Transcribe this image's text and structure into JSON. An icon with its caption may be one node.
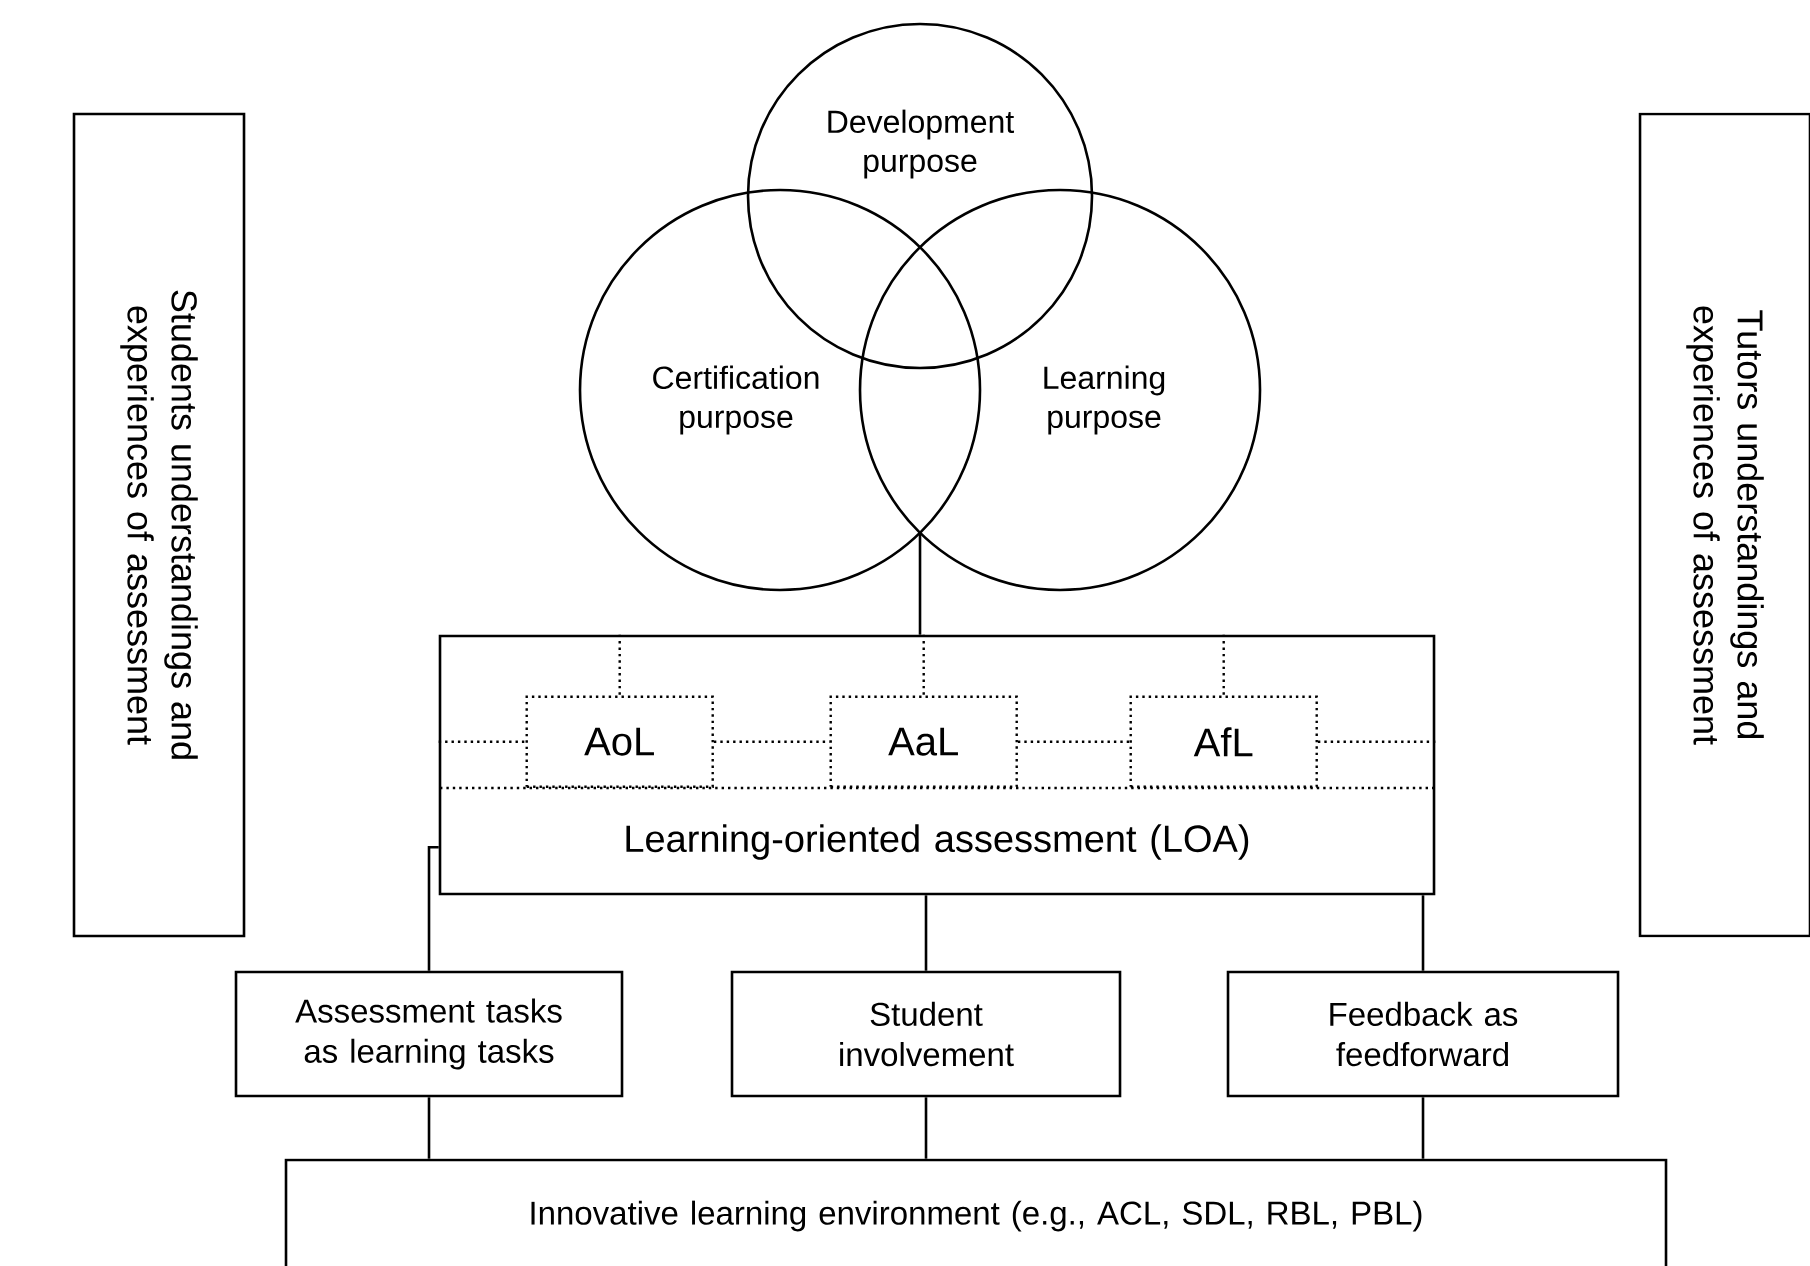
{
  "diagram": {
    "nodes": [
      {
        "text": [
          "Students understandings and experiences of assessment"
        ]
      },
      {
        "text": [
          "Development purpose"
        ]
      },
      {
        "text": [
          "Certification purpose"
        ]
      },
      {
        "text": [
          "Learning purpose"
        ]
      },
      {
        "text": [
          "Tutors understandings and experiences of assessment"
        ]
      },
      {
        "text": [
          "Learning-oriented assessment (LOA)"
        ]
      },
      {
        "text": [
          "AoL"
        ],
        "in": 5
      },
      {
        "text": [
          "AaL"
        ],
        "in": 5
      },
      {
        "text": [
          "AfL"
        ],
        "in": 5
      },
      {
        "text": [
          "Assessment tasks as learning tasks"
        ]
      },
      {
        "text": [
          "Student involvement"
        ]
      },
      {
        "text": [
          "Feedback as feedforward"
        ]
      },
      {
        "text": [
          "Innovative learning environment (e.g., ACL, SDL, RBL, PBL)"
        ]
      }
    ],
    "edges": [
      {
        "from": 2,
        "to": 5,
        "arrow": "none"
      },
      {
        "from": 3,
        "to": 5,
        "arrow": "none"
      },
      {
        "from": 5,
        "to": 6,
        "arrow": "none",
        "style": "dashed"
      },
      {
        "from": 5,
        "to": 7,
        "arrow": "none",
        "style": "dashed"
      },
      {
        "from": 5,
        "to": 8,
        "arrow": "none",
        "style": "dashed"
      },
      {
        "from": 5,
        "to": 6,
        "arrow": "none",
        "style": "dashed"
      },
      {
        "from": 6,
        "to": 7,
        "arrow": "none",
        "style": "dashed"
      },
      {
        "from": 7,
        "to": 8,
        "arrow": "none",
        "style": "dashed"
      },
      {
        "from": 8,
        "to": 5,
        "arrow": "none",
        "style": "dashed"
      },
      {
        "from": 5,
        "to": 9,
        "arrow": "none"
      },
      {
        "from": 5,
        "to": 10,
        "arrow": "none"
      },
      {
        "from": 5,
        "to": 11,
        "arrow": "none"
      },
      {
        "from": 9,
        "to": 12,
        "arrow": "none"
      },
      {
        "from": 10,
        "to": 12,
        "arrow": "none"
      },
      {
        "from": 11,
        "to": 12,
        "arrow": "none"
      }
    ]
  }
}
